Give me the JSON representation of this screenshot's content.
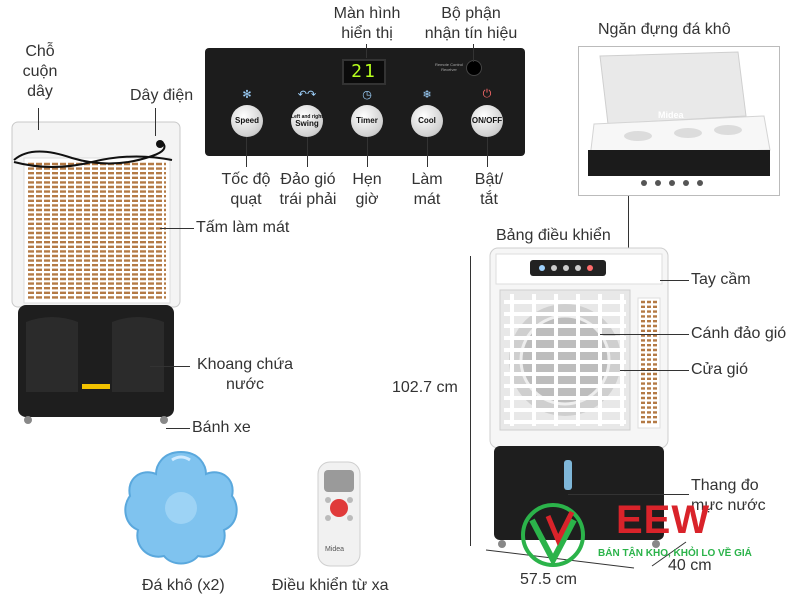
{
  "labels": {
    "cord_hook": "Chỗ\ncuộn\ndây",
    "power_cord": "Dây điện",
    "cooling_pad": "Tấm làm mát",
    "water_tank": "Khoang chứa\nnước",
    "wheels": "Bánh xe",
    "display": "Màn hình\nhiển thị",
    "receiver": "Bộ phận\nnhận tín hiệu",
    "ice_compartment": "Ngăn đựng đá khô",
    "fan_speed": "Tốc độ\nquạt",
    "swing": "Đảo gió\ntrái phải",
    "timer": "Hẹn\ngiờ",
    "cool": "Làm\nmát",
    "onoff": "Bật/\ntắt",
    "control_panel": "Bảng điều khiển",
    "handle": "Tay cầm",
    "louver": "Cánh đảo gió",
    "air_outlet": "Cửa gió",
    "water_gauge": "Thang đo\nmực nước",
    "height": "102.7 cm",
    "width": "57.5 cm",
    "depth": "40 cm",
    "ice_pack": "Đá khô (x2)",
    "remote": "Điều khiển từ xa"
  },
  "panel": {
    "display_value": "21",
    "btn_speed": "Speed",
    "btn_swing_top": "Left and right",
    "btn_swing": "Swing",
    "btn_timer": "Timer",
    "btn_cool": "Cool",
    "btn_onoff": "ON/OFF",
    "receiver_text": "Remote Control Receiver"
  },
  "brand": {
    "cooler_brand": "Midea",
    "logo_text": "EEW",
    "slogan": "BÁN TẬN KHO, KHỎI LO VỀ GIÁ"
  },
  "colors": {
    "logo_green": "#2bb34a",
    "logo_red": "#d9232a",
    "pad": "#b47a45",
    "tank": "#1e1e1e"
  }
}
